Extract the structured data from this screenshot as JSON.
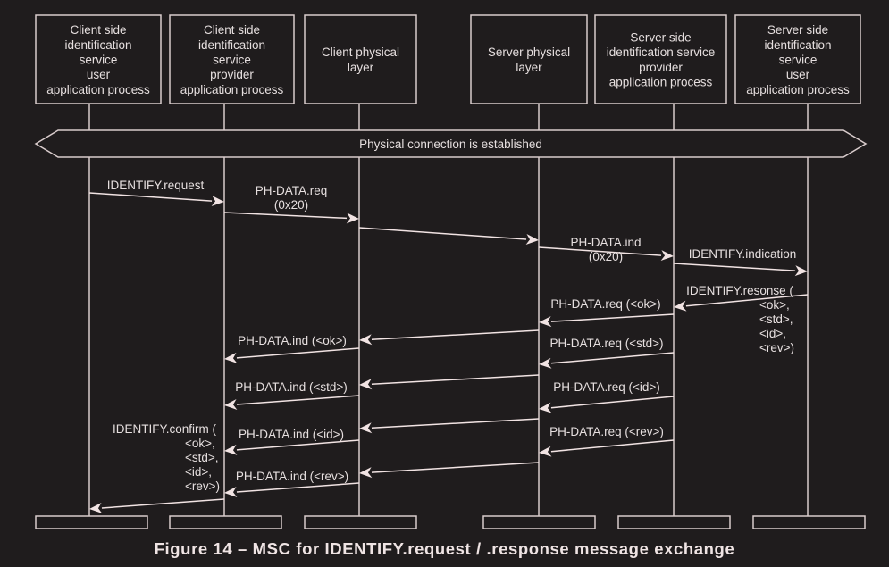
{
  "diagram": {
    "type": "message-sequence-chart",
    "colors": {
      "background": "#1f1c1d",
      "line": "#d9cccc",
      "arrow": "#f1e3e3",
      "text": "#e6dfdf"
    },
    "instances": [
      {
        "id": "cu",
        "lines": [
          "Client side",
          "identification",
          "service",
          "user",
          "application process"
        ]
      },
      {
        "id": "cp",
        "lines": [
          "Client side",
          "identification",
          "service",
          "provider",
          "application process"
        ]
      },
      {
        "id": "cphy",
        "lines": [
          "Client physical",
          "layer"
        ]
      },
      {
        "id": "sphy",
        "lines": [
          "Server physical",
          "layer"
        ]
      },
      {
        "id": "sp",
        "lines": [
          "Server side",
          "identification service",
          "provider",
          "application process"
        ]
      },
      {
        "id": "su",
        "lines": [
          "Server side",
          "identification",
          "service",
          "user",
          "application process"
        ]
      }
    ],
    "condition": "Physical connection is established",
    "messages": [
      {
        "from": "cu",
        "to": "cp",
        "lines": [
          "IDENTIFY.request"
        ]
      },
      {
        "from": "cp",
        "to": "cphy",
        "lines": [
          "PH-DATA.req",
          "(0x20)"
        ]
      },
      {
        "from": "cphy",
        "to": "sphy",
        "lines": []
      },
      {
        "from": "sphy",
        "to": "sp",
        "lines": [
          "PH-DATA.ind",
          "(0x20)"
        ]
      },
      {
        "from": "sp",
        "to": "su",
        "lines": [
          "IDENTIFY.indication"
        ]
      },
      {
        "from": "su",
        "to": "sp",
        "lines": [
          "IDENTIFY.resonse (",
          "<ok>,",
          "<std>,",
          "<id>,",
          "<rev>)"
        ]
      },
      {
        "from": "sp",
        "to": "sphy",
        "lines": [
          "PH-DATA.req (<ok>)"
        ]
      },
      {
        "from": "sphy",
        "to": "cphy",
        "lines": []
      },
      {
        "from": "cphy",
        "to": "cp",
        "lines": [
          "PH-DATA.ind (<ok>)"
        ]
      },
      {
        "from": "sp",
        "to": "sphy",
        "lines": [
          "PH-DATA.req (<std>)"
        ]
      },
      {
        "from": "sphy",
        "to": "cphy",
        "lines": []
      },
      {
        "from": "cphy",
        "to": "cp",
        "lines": [
          "PH-DATA.ind (<std>)"
        ]
      },
      {
        "from": "sp",
        "to": "sphy",
        "lines": [
          "PH-DATA.req (<id>)"
        ]
      },
      {
        "from": "sphy",
        "to": "cphy",
        "lines": []
      },
      {
        "from": "cphy",
        "to": "cp",
        "lines": [
          "PH-DATA.ind (<id>)"
        ]
      },
      {
        "from": "sp",
        "to": "sphy",
        "lines": [
          "PH-DATA.req (<rev>)"
        ]
      },
      {
        "from": "sphy",
        "to": "cphy",
        "lines": []
      },
      {
        "from": "cphy",
        "to": "cp",
        "lines": [
          "PH-DATA.ind (<rev>)"
        ]
      },
      {
        "from": "cp",
        "to": "cu",
        "lines": [
          "IDENTIFY.confirm (",
          "<ok>,",
          "<std>,",
          "<id>,",
          "<rev>)"
        ]
      }
    ]
  },
  "caption": "Figure 14 – MSC for IDENTIFY.request / .response message exchange"
}
